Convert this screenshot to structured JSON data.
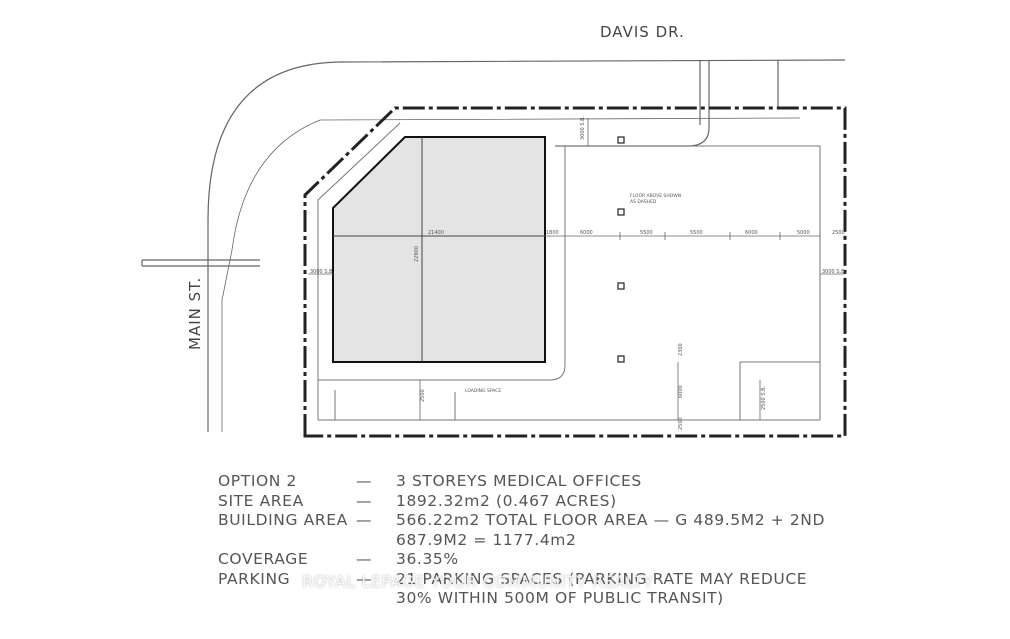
{
  "streets": {
    "north": "DAVIS DR.",
    "west": "MAIN ST."
  },
  "plan_labels": {
    "setback_top": "3000 S.B.",
    "setback_left": "3000 S.B.",
    "setback_right": "3000 S.B.",
    "setback_bottom": "2500 S.B.",
    "floor_above_note_1": "FLOOR ABOVE SHOWN",
    "floor_above_note_2": "AS DASHED",
    "building_width": "21400",
    "building_depth": "22900",
    "gap": "1800",
    "bay_1": "6000",
    "bay_2": "5500",
    "bay_3": "5500",
    "bay_4": "6000",
    "bay_5": "5000",
    "edge": "2500",
    "aisle_1": "2300",
    "aisle_2": "6000",
    "aisle_3": "2500",
    "loading_dim": "2500",
    "loading_space": "LOADING SPACE"
  },
  "notes": [
    {
      "label": "OPTION 2",
      "dash": "—",
      "value": "3 STOREYS MEDICAL OFFICES"
    },
    {
      "label": "SITE AREA",
      "dash": "—",
      "value": "1892.32m2 (0.467 ACRES)"
    },
    {
      "label": "BUILDING AREA",
      "dash": "—",
      "value": "566.22m2  TOTAL FLOOR AREA — G 489.5M2 + 2ND"
    },
    {
      "label": "",
      "dash": "",
      "value": "687.9M2 = 1177.4m2"
    },
    {
      "label": "COVERAGE",
      "dash": "—",
      "value": "36.35%"
    },
    {
      "label": "PARKING",
      "dash": "—",
      "value": "21 PARKING SPACES (PARKING RATE MAY REDUCE"
    },
    {
      "label": "",
      "dash": "",
      "value": "30% WITHIN 500M OF PUBLIC TRANSIT)"
    }
  ],
  "watermark": "ROYAL LEPAGE YOUR COMMUNITY REALTY"
}
